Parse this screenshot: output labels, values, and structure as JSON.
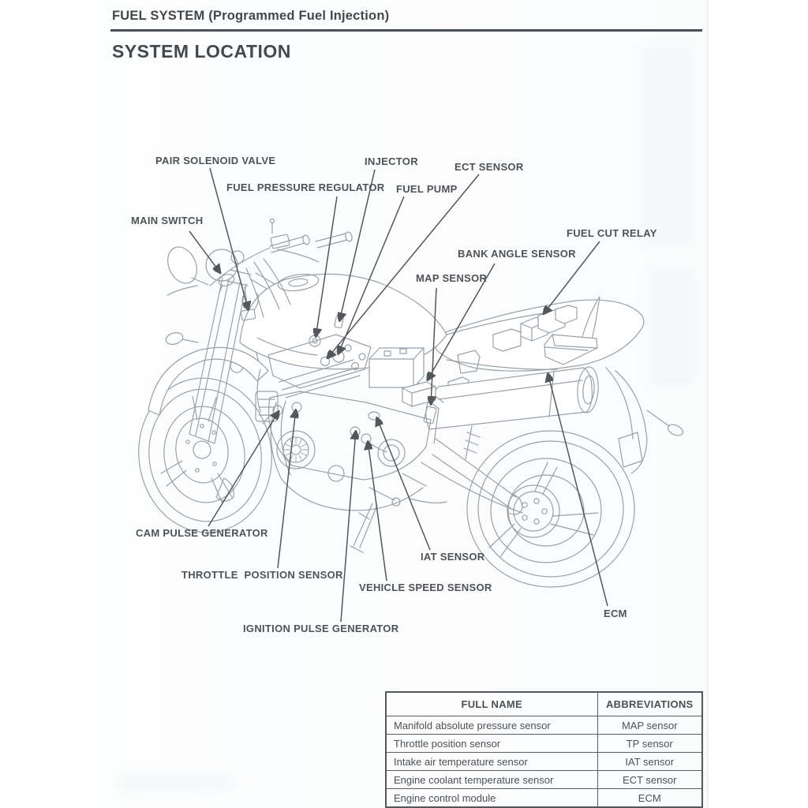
{
  "page": {
    "header": "FUEL SYSTEM (Programmed Fuel Injection)",
    "title": "SYSTEM LOCATION"
  },
  "diagram": {
    "labels": [
      "PAIR SOLENOID VALVE",
      "INJECTOR",
      "ECT SENSOR",
      "FUEL PRESSURE REGULATOR",
      "FUEL PUMP",
      "MAIN SWITCH",
      "FUEL CUT RELAY",
      "BANK ANGLE SENSOR",
      "MAP SENSOR",
      "CAM PULSE GENERATOR",
      "THROTTLE  POSITION SENSOR",
      "IAT SENSOR",
      "VEHICLE SPEED SENSOR",
      "IGNITION PULSE GENERATOR",
      "ECM"
    ]
  },
  "table": {
    "headers": [
      "FULL NAME",
      "ABBREVIATIONS"
    ],
    "rows": [
      [
        "Manifold absolute pressure sensor",
        "MAP sensor"
      ],
      [
        "Throttle position sensor",
        "TP sensor"
      ],
      [
        "Intake air temperature sensor",
        "IAT sensor"
      ],
      [
        "Engine coolant temperature sensor",
        "ECT sensor"
      ],
      [
        "Engine control module",
        "ECM"
      ]
    ]
  }
}
